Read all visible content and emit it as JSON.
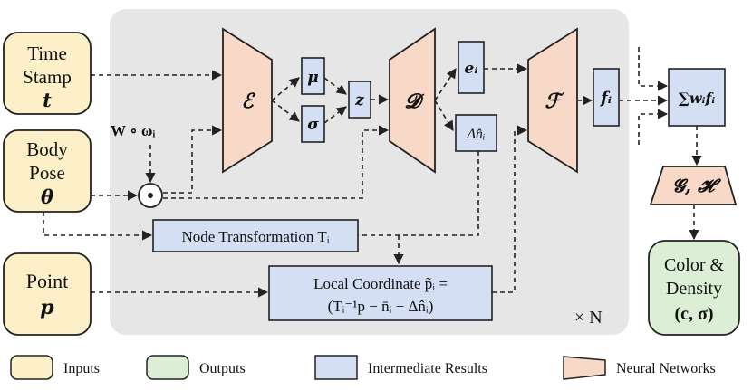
{
  "inputs": {
    "time_stamp": {
      "line1": "Time",
      "line2": "Stamp",
      "symbol": "t"
    },
    "body_pose": {
      "line1": "Body",
      "line2": "Pose",
      "symbol": "θ"
    },
    "point": {
      "line1": "Point",
      "symbol": "p"
    }
  },
  "networks": {
    "encoder": "ℰ",
    "decoder": "𝓓",
    "feature": "ℱ",
    "heads": "𝓖, 𝓗"
  },
  "intermediate": {
    "mu": "μ",
    "sigma": "σ",
    "z": "z",
    "e_i": "eᵢ",
    "delta_n": "Δn̂ᵢ",
    "f_i": "fᵢ",
    "sum": "∑wᵢfᵢ",
    "node_transformation": "Node Transformation Tᵢ",
    "local_coord_line1": "Local Coordinate p̃ᵢ =",
    "local_coord_line2": "(Tᵢ⁻¹p − n̄ᵢ − Δn̂ᵢ)"
  },
  "weights_label": "W ∘ ωᵢ",
  "hadamard_symbol": "⊙",
  "repeat_label": "× N",
  "outputs": {
    "line1": "Color &",
    "line2": "Density",
    "line3": "(c, σ)"
  },
  "legend": {
    "inputs": "Inputs",
    "outputs": "Outputs",
    "intermediate": "Intermediate Results",
    "networks": "Neural Networks"
  },
  "colors": {
    "input_fill": "#fdf0c8",
    "output_fill": "#dcefd6",
    "intermediate_fill": "#d4dff3",
    "network_fill": "#f8d8c6",
    "panel_fill": "#e6e6e6",
    "stroke": "#222222"
  }
}
